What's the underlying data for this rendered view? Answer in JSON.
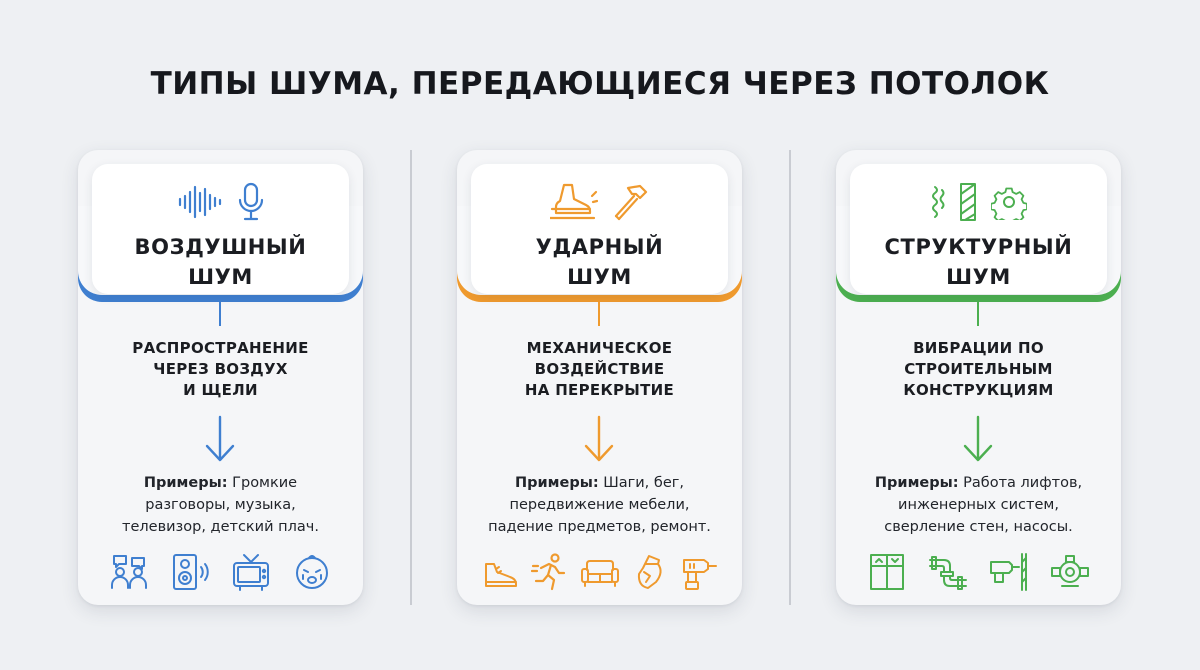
{
  "title": "ТИПЫ ШУМА, ПЕРЕДАЮЩИЕСЯ ЧЕРЕЗ ПОТОЛОК",
  "cards": [
    {
      "title_line1": "ВОЗДУШНЫЙ",
      "title_line2": "ШУМ",
      "desc_line1": "РАСПРОСТРАНЕНИЕ",
      "desc_line2": "ЧЕРЕЗ ВОЗДУХ",
      "desc_line3": "И ЩЕЛИ",
      "examples_label": "Примеры:",
      "examples_line1": "Громкие",
      "examples_line2": "разговоры, музыка,",
      "examples_line3": "телевизор, детский плач.",
      "color": "#3f7fd0",
      "header_icons": [
        "sound-wave-icon",
        "microphone-icon"
      ],
      "bottom_icons": [
        "people-talking-icon",
        "speaker-icon",
        "tv-icon",
        "crying-baby-icon"
      ]
    },
    {
      "title_line1": "УДАРНЫЙ",
      "title_line2": "ШУМ",
      "desc_line1": "МЕХАНИЧЕСКОЕ",
      "desc_line2": "ВОЗДЕЙСТВИЕ",
      "desc_line3": "НА ПЕРЕКРЫТИЕ",
      "examples_label": "Примеры:",
      "examples_line1": "Шаги, бег,",
      "examples_line2": "передвижение мебели,",
      "examples_line3": "падение предметов, ремонт.",
      "color": "#ef9a2e",
      "header_icons": [
        "shoe-step-icon",
        "hammer-icon"
      ],
      "bottom_icons": [
        "shoe-icon",
        "running-person-icon",
        "sofa-icon",
        "falling-vase-icon",
        "drill-icon"
      ]
    },
    {
      "title_line1": "СТРУКТУРНЫЙ",
      "title_line2": "ШУМ",
      "desc_line1": "ВИБРАЦИИ ПО",
      "desc_line2": "СТРОИТЕЛЬНЫМ",
      "desc_line3": "КОНСТРУКЦИЯМ",
      "examples_label": "Примеры:",
      "examples_line1": "Работа лифтов,",
      "examples_line2": "инженерных систем,",
      "examples_line3": "сверление стен, насосы.",
      "color": "#4caf50",
      "header_icons": [
        "vibration-icon",
        "wall-icon",
        "gear-icon"
      ],
      "bottom_icons": [
        "elevator-icon",
        "pipes-icon",
        "wall-drill-icon",
        "pump-icon"
      ]
    }
  ]
}
